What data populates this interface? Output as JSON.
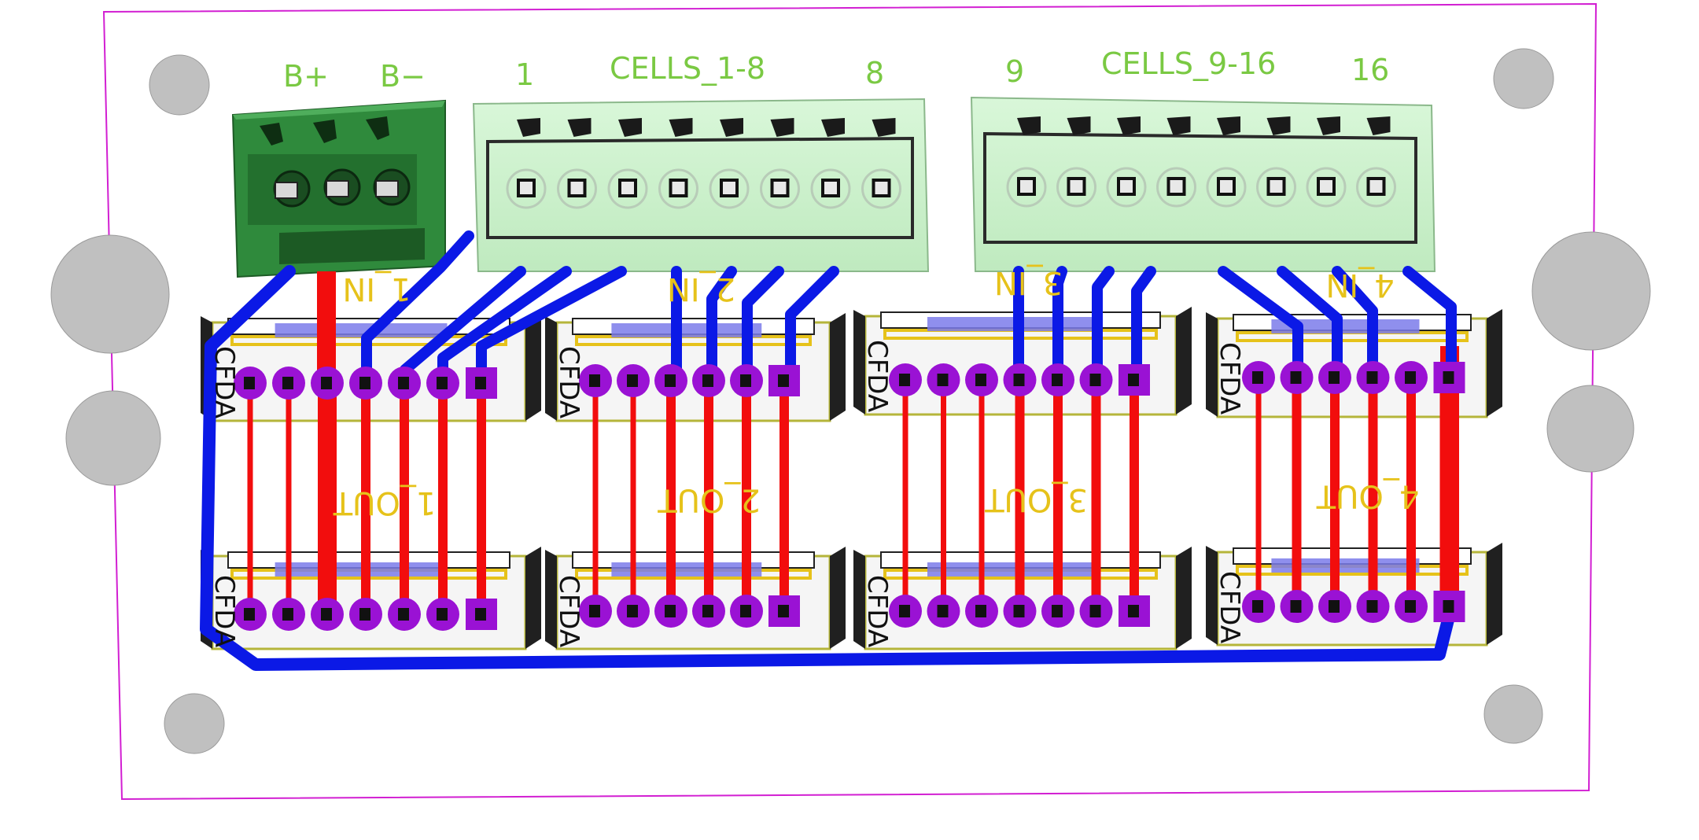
{
  "silkscreen": {
    "b_plus": "B+",
    "b_minus": "B−",
    "pin_1": "1",
    "cells_1_8": "CELLS_1-8",
    "pin_8": "8",
    "pin_9": "9",
    "cells_9_16": "CELLS_9-16",
    "pin_16": "16"
  },
  "modules": [
    {
      "in_label": "1_IN",
      "out_label": "1_OUT",
      "ref": "CFDA"
    },
    {
      "in_label": "2_IN",
      "out_label": "2_OUT",
      "ref": "CFDA"
    },
    {
      "in_label": "3_IN",
      "out_label": "3_OUT",
      "ref": "CFDA"
    },
    {
      "in_label": "4_IN",
      "out_label": "4_OUT",
      "ref": "CFDA"
    }
  ],
  "colors": {
    "board_outline": "#d21fd2",
    "top_copper": "#0b19e6",
    "bottom_copper": "#f20d0d",
    "pad": "#9a12d4",
    "terminal_block": "#2f8a3c",
    "cell_connector": "#ccf2cc",
    "silkscreen": "#7ac943",
    "fab_text": "#e6c21a",
    "mounting_hole": "#bfbfbf"
  }
}
